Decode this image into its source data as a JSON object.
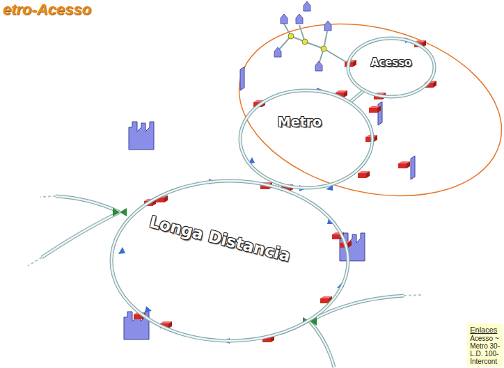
{
  "diagram": {
    "title": "etro-Acesso",
    "nodes": [
      {
        "text": [
          "Acesso"
        ]
      },
      {
        "text": [
          "Metro"
        ]
      },
      {
        "text": [
          "Longa Distancia"
        ]
      },
      {
        "text": [
          "Enlaces",
          "Acesso ~",
          "Metro 30-",
          "L.D. 100-",
          "Intercont"
        ]
      }
    ],
    "edges": [
      {
        "from": 0,
        "to": 1,
        "arrow": "none"
      },
      {
        "from": 1,
        "to": 2,
        "arrow": "none"
      }
    ]
  }
}
